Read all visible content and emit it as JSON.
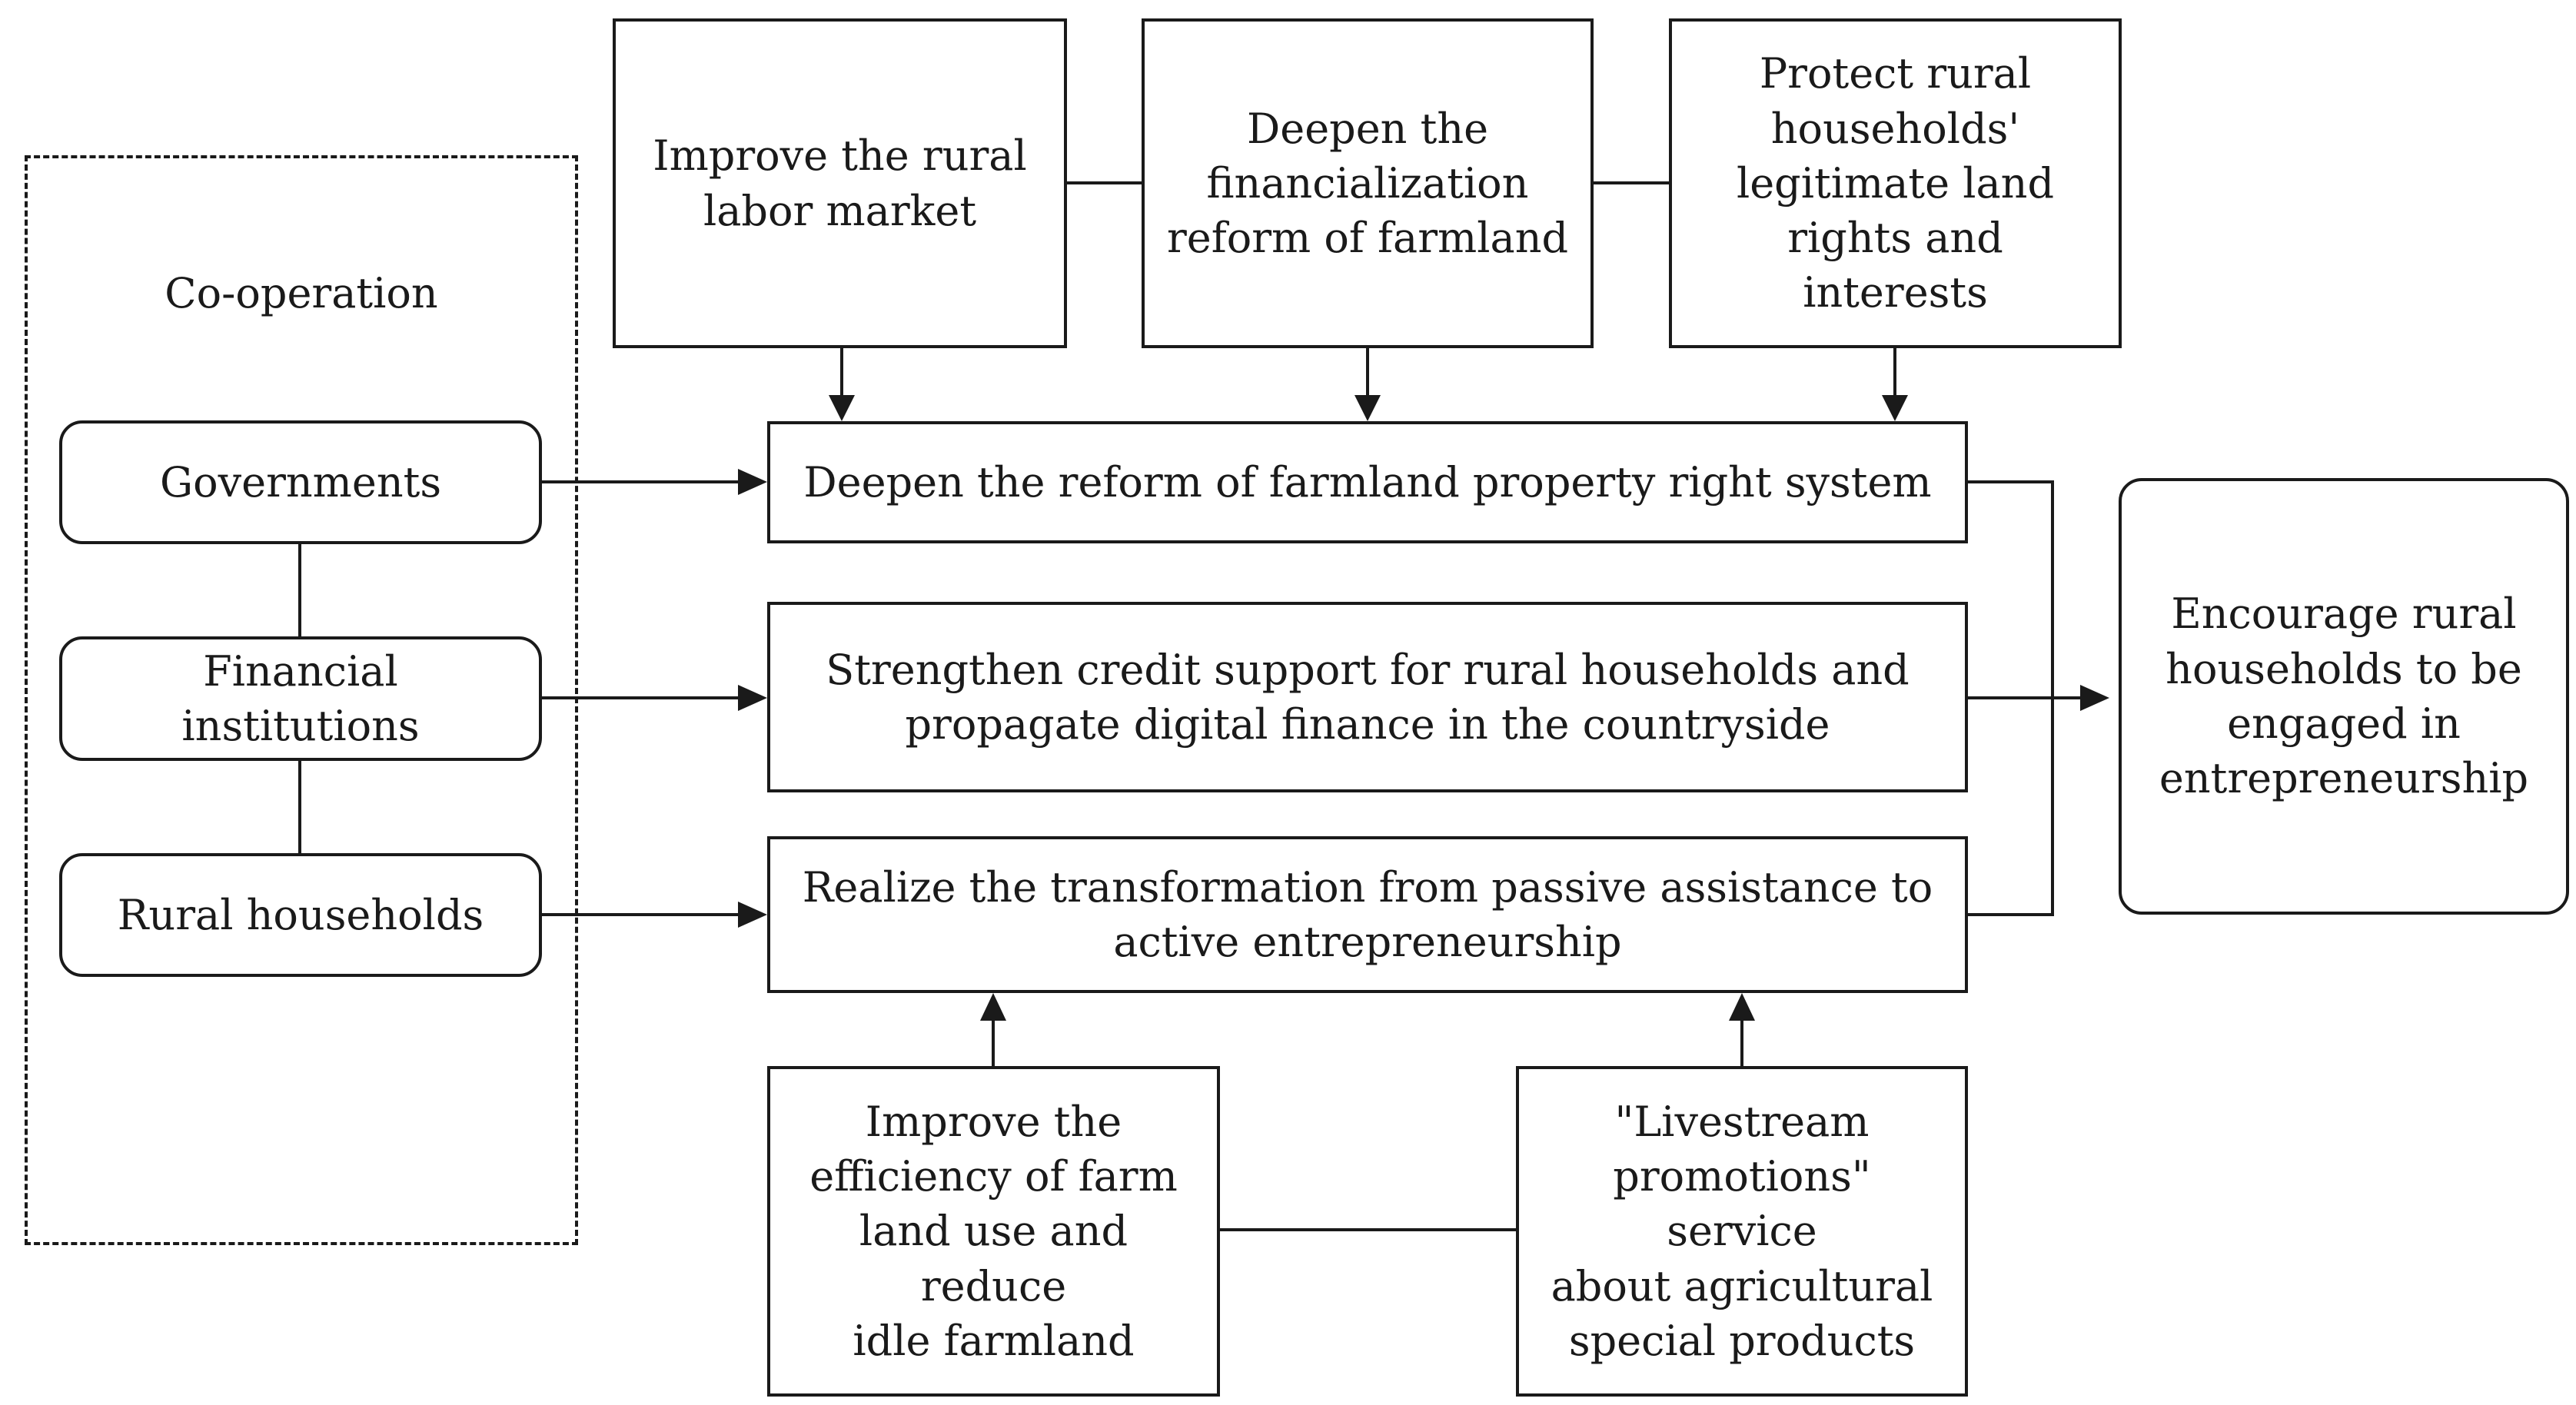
{
  "group": {
    "label": "Co-operation"
  },
  "actors": {
    "governments": "Governments",
    "financial_institutions": "Financial institutions",
    "rural_households": "Rural households"
  },
  "top": {
    "labor_market": "Improve the rural\nlabor market",
    "financialization": "Deepen the\nfinancialization\nreform of farmland",
    "land_rights": "Protect rural\nhouseholds'\nlegitimate land\nrights and interests"
  },
  "middle": {
    "property_right": "Deepen the reform of farmland property right system",
    "credit_support": "Strengthen credit support for rural households and\npropagate digital finance in the countryside",
    "transformation": "Realize the transformation from passive assistance to\nactive entrepreneurship"
  },
  "bottom": {
    "land_efficiency": "Improve the\nefficiency of farm\nland use and reduce\nidle  farmland",
    "livestream": "\"Livestream\npromotions\" service\nabout agricultural\nspecial products"
  },
  "outcome": {
    "entrepreneurship": "Encourage rural\nhouseholds to be\nengaged in\nentrepreneurship"
  }
}
